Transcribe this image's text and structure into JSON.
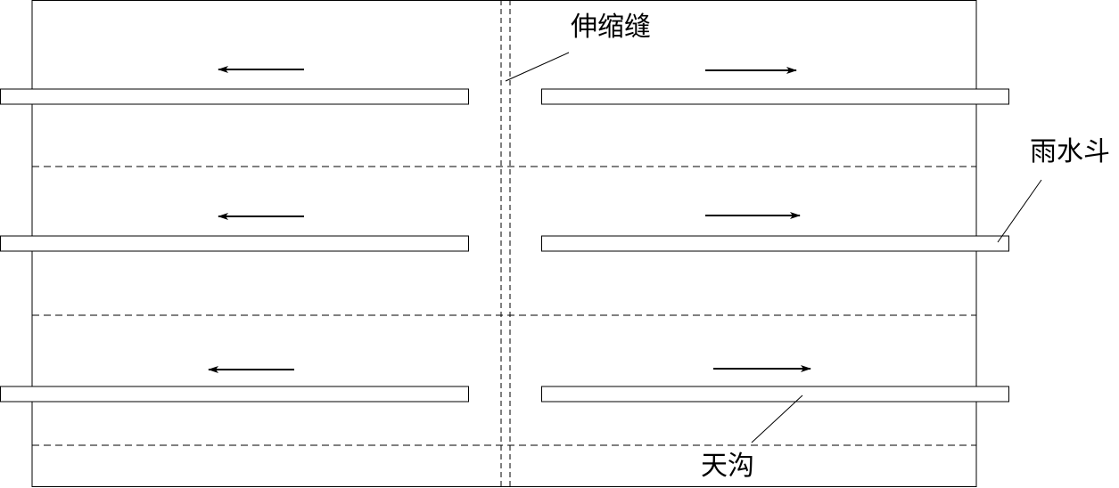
{
  "labels": {
    "expansion_joint": "伸缩缝",
    "rain_hopper": "雨水斗",
    "gutter": "天沟"
  },
  "colors": {
    "line": "#000000",
    "background": "#ffffff"
  }
}
